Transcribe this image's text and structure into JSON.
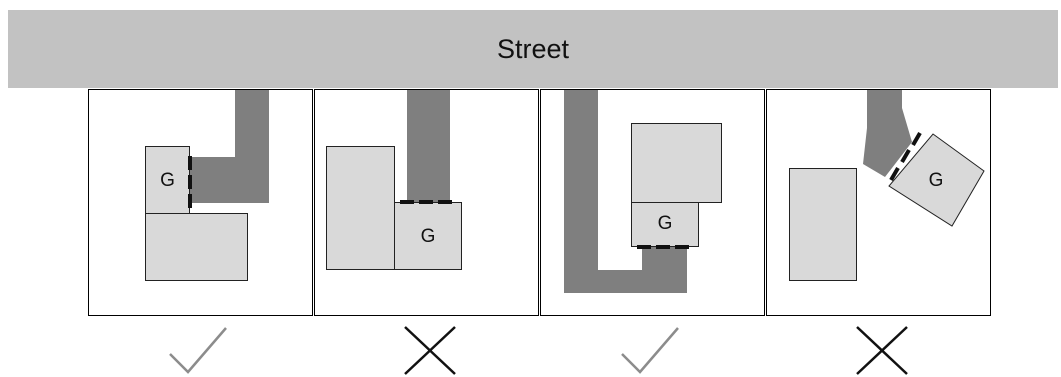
{
  "street": {
    "label": "Street"
  },
  "panels": [
    {
      "garage_label": "G",
      "verdict": "check"
    },
    {
      "garage_label": "G",
      "verdict": "cross"
    },
    {
      "garage_label": "G",
      "verdict": "check"
    },
    {
      "garage_label": "G",
      "verdict": "cross"
    }
  ],
  "colors": {
    "street": "#c2c2c2",
    "building": "#d9d9d9",
    "driveway": "#7f7f7f",
    "door": "#111111",
    "check_mark": "#8c8c8c",
    "cross_mark": "#111111"
  }
}
